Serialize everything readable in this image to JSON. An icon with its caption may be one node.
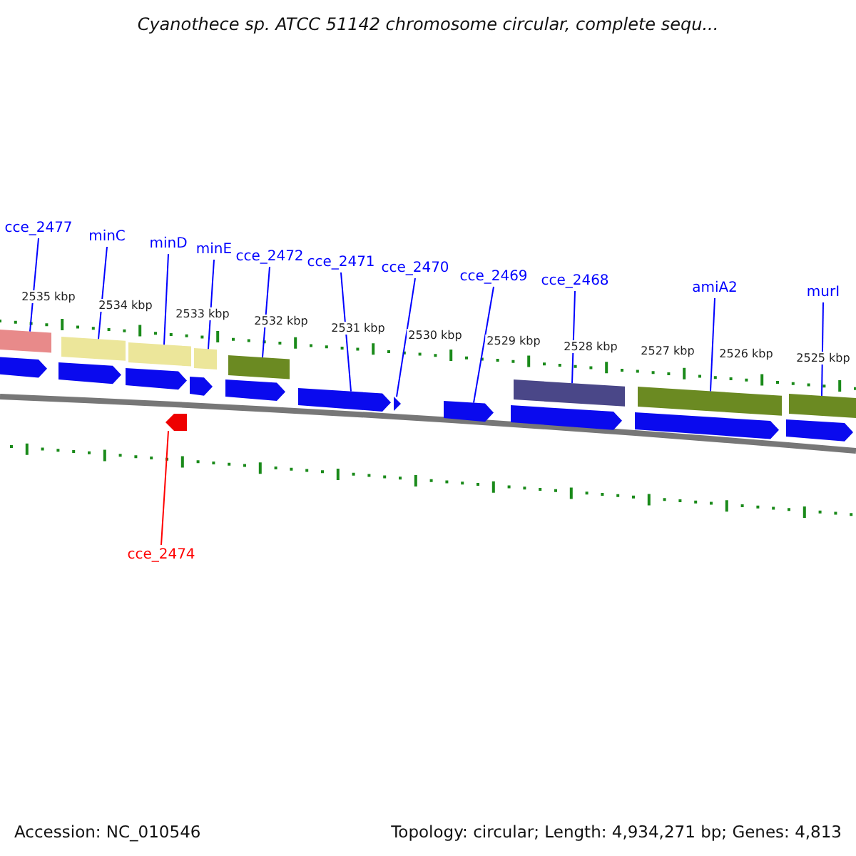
{
  "diagram": {
    "title": "Cyanothece sp. ATCC 51142 chromosome circular, complete sequ...",
    "nodes": [
      {
        "text": [
          "cce_2477"
        ]
      },
      {
        "text": [
          "minC"
        ]
      },
      {
        "text": [
          "minD"
        ]
      },
      {
        "text": [
          "minE"
        ]
      },
      {
        "text": [
          "cce_2472"
        ]
      },
      {
        "text": [
          "cce_2471"
        ]
      },
      {
        "text": [
          "cce_2470"
        ]
      },
      {
        "text": [
          "cce_2469"
        ]
      },
      {
        "text": [
          "cce_2468"
        ]
      },
      {
        "text": [
          "amiA2"
        ]
      },
      {
        "text": [
          "murI"
        ]
      },
      {
        "text": [
          "cce_2474"
        ]
      },
      {
        "text": [],
        "shape": "bar"
      },
      {
        "text": [],
        "shape": "bar"
      },
      {
        "text": [],
        "shape": "bar"
      },
      {
        "text": [],
        "shape": "bar"
      },
      {
        "text": [],
        "shape": "bar"
      },
      {
        "text": [],
        "shape": "bar"
      },
      {
        "text": [],
        "shape": "bar"
      },
      {
        "text": [],
        "shape": "bar"
      },
      {
        "text": [],
        "shape": "pentagon"
      },
      {
        "text": [],
        "shape": "pentagon"
      },
      {
        "text": [],
        "shape": "pentagon"
      },
      {
        "text": [],
        "shape": "pentagon"
      },
      {
        "text": [],
        "shape": "pentagon"
      },
      {
        "text": [],
        "shape": "pentagon"
      },
      {
        "text": [],
        "shape": "pentagon"
      },
      {
        "text": [],
        "shape": "triangle"
      },
      {
        "text": [],
        "shape": "pentagon"
      },
      {
        "text": [],
        "shape": "pentagon"
      },
      {
        "text": [],
        "shape": "pentagon"
      },
      {
        "text": [],
        "shape": "pentagon"
      }
    ],
    "edges": [
      {
        "from": 0,
        "to": 12,
        "arrow": "none"
      },
      {
        "from": 1,
        "to": 13,
        "arrow": "none"
      },
      {
        "from": 2,
        "to": 14,
        "arrow": "none"
      },
      {
        "from": 3,
        "to": 15,
        "arrow": "none"
      },
      {
        "from": 4,
        "to": 16,
        "arrow": "none"
      },
      {
        "from": 5,
        "to": 26,
        "arrow": "none"
      },
      {
        "from": 6,
        "to": 27,
        "arrow": "none"
      },
      {
        "from": 7,
        "to": 28,
        "arrow": "none"
      },
      {
        "from": 8,
        "to": 17,
        "arrow": "none"
      },
      {
        "from": 9,
        "to": 18,
        "arrow": "none"
      },
      {
        "from": 10,
        "to": 19,
        "arrow": "none"
      },
      {
        "from": 11,
        "to": 23,
        "arrow": "none",
        "color": "#ff0000"
      }
    ],
    "labels": [
      "2535 kbp",
      "2534 kbp",
      "2533 kbp",
      "2532 kbp",
      "2531 kbp",
      "2530 kbp",
      "2529 kbp",
      "2528 kbp",
      "2527 kbp",
      "2526 kbp",
      "2525 kbp",
      "Accession: NC_010546",
      "Topology: circular; Length: 4,934,271 bp; Genes: 4,813"
    ]
  }
}
